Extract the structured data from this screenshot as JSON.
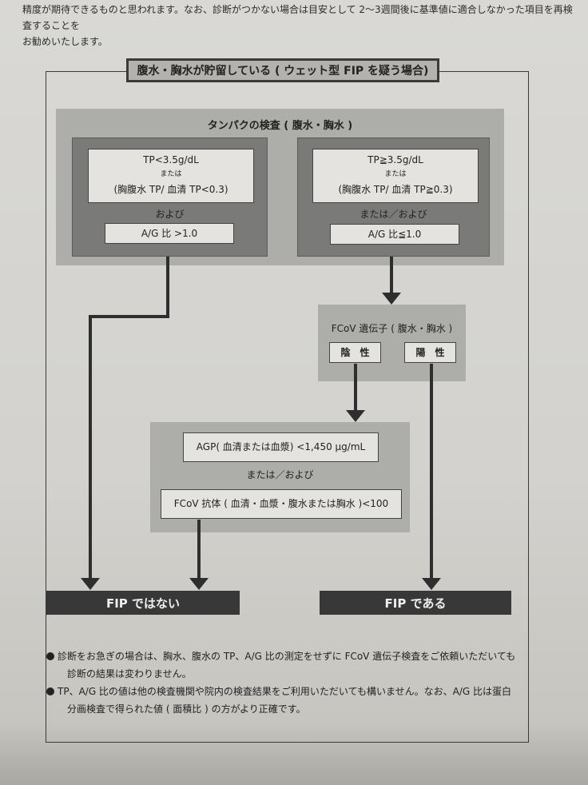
{
  "intro_text": {
    "line1": "精度が期待できるものと思われます。なお、診断がつかない場合は目安として 2～3週間後に基準値に適合しなかった項目を再検査することを",
    "line2": "お勧めいたします。"
  },
  "flowchart": {
    "title": "腹水・胸水が貯留している ( ウェット型 FIP を疑う場合)",
    "protein_test": {
      "title": "タンパクの検査 ( 腹水・胸水 )",
      "left_branch": {
        "tp": "TP<3.5g/dL",
        "or": "または",
        "ratio": "(胸腹水 TP/ 血清 TP<0.3)",
        "connector": "および",
        "ag": "A/G 比 >1.0"
      },
      "right_branch": {
        "tp": "TP≧3.5g/dL",
        "or": "または",
        "ratio": "(胸腹水 TP/ 血清 TP≧0.3)",
        "connector": "または／および",
        "ag": "A/G 比≦1.0"
      }
    },
    "fcov_gene": {
      "title": "FCoV 遺伝子 ( 腹水・胸水 )",
      "negative": "陰　性",
      "positive": "陽　性"
    },
    "agp_test": {
      "agp": "AGP( 血清または血漿) <1,450 μg/mL",
      "connector": "または／および",
      "antibody": "FCoV 抗体 ( 血清・血漿・腹水または胸水 )<100"
    },
    "results": {
      "not_fip": "FIP ではない",
      "is_fip": "FIP である"
    }
  },
  "notes": [
    {
      "line1": "診断をお急ぎの場合は、胸水、腹水の TP、A/G 比の測定をせずに FCoV 遺伝子検査をご依頼いただいても",
      "line2": "診断の結果は変わりません。"
    },
    {
      "line1": "TP、A/G 比の値は他の検査機関や院内の検査結果をご利用いただいても構いません。なお、A/G 比は蛋白",
      "line2": "分画検査で得られた値 ( 面積比 ) の方がより正確です。"
    }
  ]
}
